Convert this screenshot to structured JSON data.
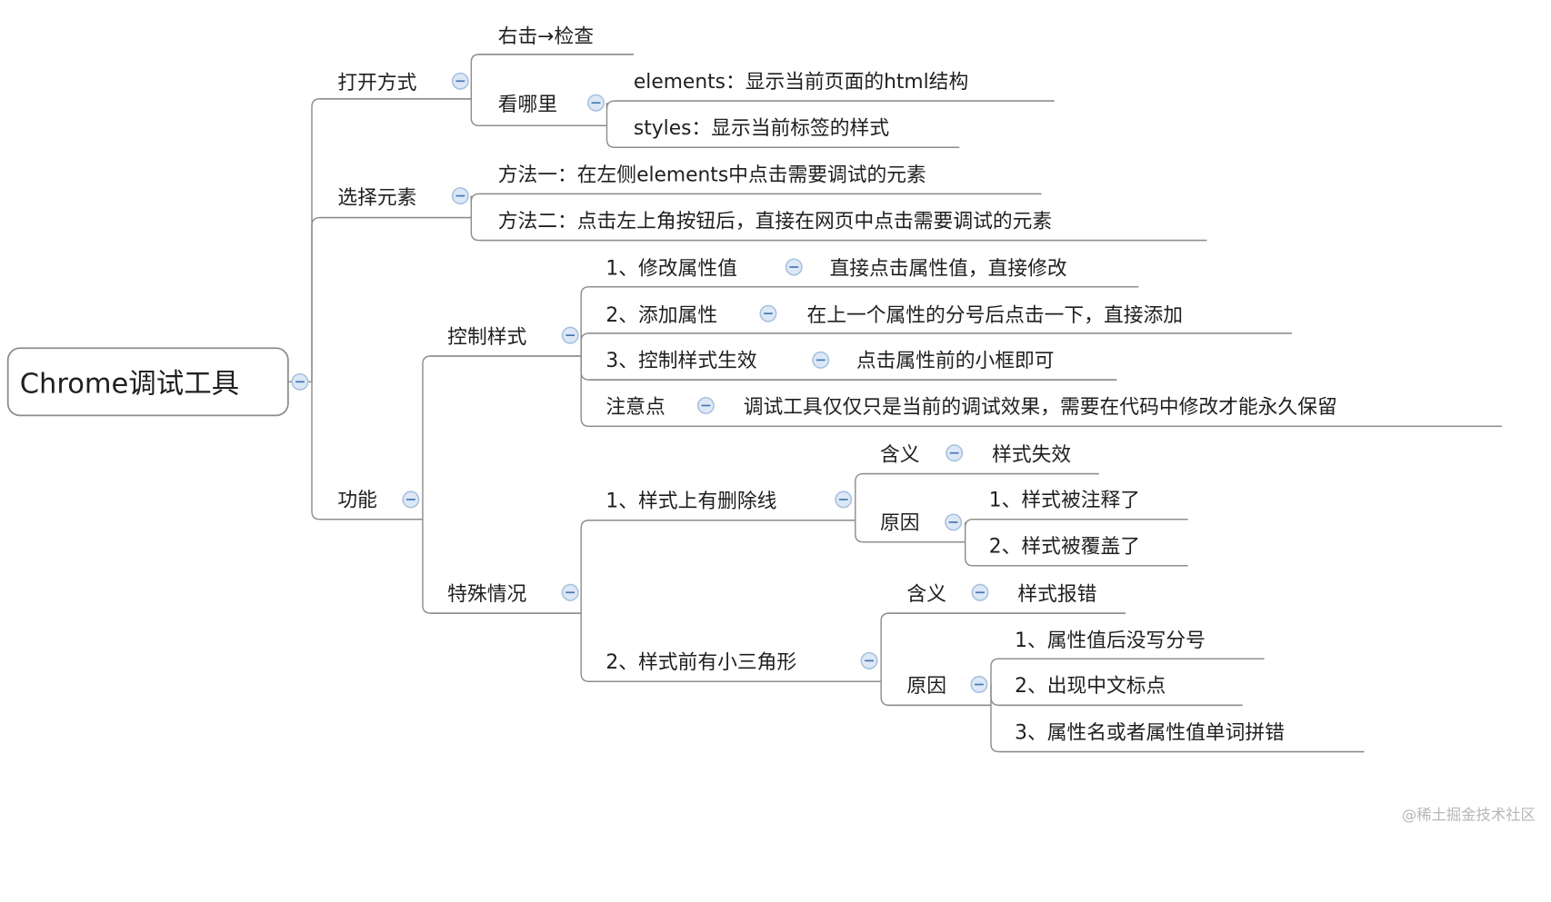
{
  "mindmap": {
    "root": "Chrome调试工具",
    "branches": {
      "open": {
        "label": "打开方式",
        "right_click": "右击→检查",
        "where": "看哪里",
        "elements": "elements：显示当前页面的html结构",
        "styles": "styles：显示当前标签的样式"
      },
      "select": {
        "label": "选择元素",
        "method1": "方法一：在左侧elements中点击需要调试的元素",
        "method2": "方法二：点击左上角按钮后，直接在网页中点击需要调试的元素"
      },
      "features": {
        "label": "功能",
        "control_styles": {
          "label": "控制样式",
          "modify_value": "1、修改属性值",
          "modify_value_desc": "直接点击属性值，直接修改",
          "add_property": "2、添加属性",
          "add_property_desc": "在上一个属性的分号后点击一下，直接添加",
          "toggle_style": "3、控制样式生效",
          "toggle_style_desc": "点击属性前的小框即可",
          "note": "注意点",
          "note_desc": "调试工具仅仅只是当前的调试效果，需要在代码中修改才能永久保留"
        },
        "special_cases": {
          "label": "特殊情况",
          "strikethrough": {
            "label": "1、样式上有删除线",
            "meaning": "含义",
            "meaning_value": "样式失效",
            "reason": "原因",
            "reason1": "1、样式被注释了",
            "reason2": "2、样式被覆盖了"
          },
          "triangle": {
            "label": "2、样式前有小三角形",
            "meaning": "含义",
            "meaning_value": "样式报错",
            "reason": "原因",
            "reason1": "1、属性值后没写分号",
            "reason2": "2、出现中文标点",
            "reason3": "3、属性名或者属性值单词拼错"
          }
        }
      }
    },
    "watermark": "@稀土掘金技术社区"
  },
  "colors": {
    "line": "#8c8c8c",
    "toggle_fill": "#dce8f6",
    "toggle_stroke": "#a7c0dd",
    "root_border": "#8c8c8c",
    "text": "#1f1f1f",
    "watermark": "#b6b6b6"
  },
  "icons": {
    "toggle": "collapse-minus-icon"
  }
}
